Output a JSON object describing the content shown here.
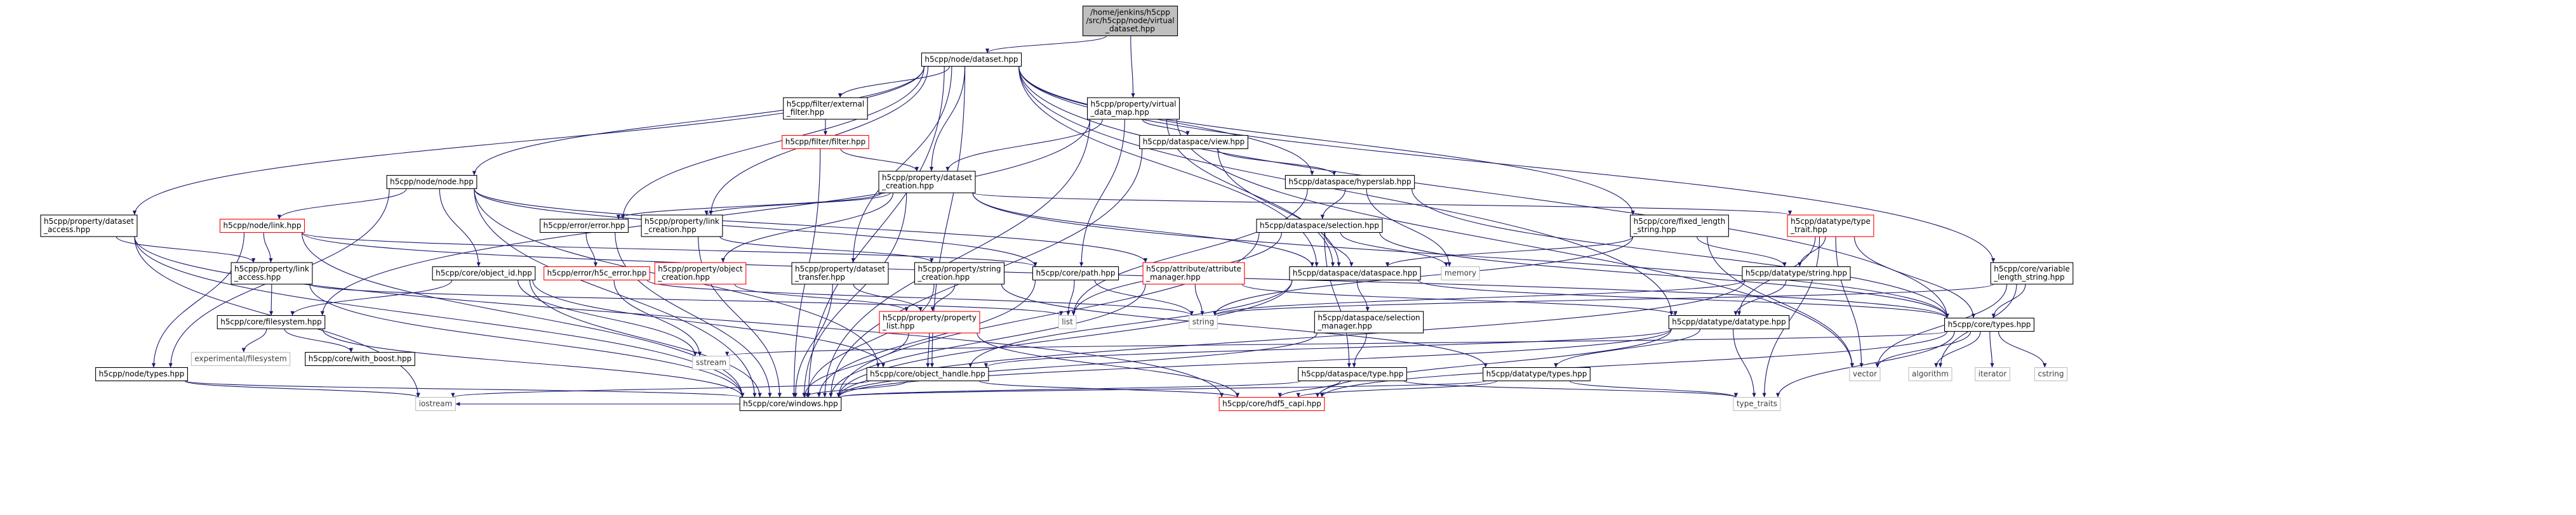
{
  "colors": {
    "edge": "#191970",
    "node_border_black": "#000000",
    "node_border_red": "#ff0000",
    "node_border_gray": "#bfbfbf",
    "node_fill": "#ffffff",
    "root_fill": "#bfbfbf",
    "text_normal": "#000000",
    "text_gray": "#404040"
  },
  "nodes": [
    {
      "id": "root",
      "lines": [
        "/home/jenkins/h5cpp",
        "/src/h5cpp/node/virtual",
        "_dataset.hpp"
      ],
      "kind": "root"
    },
    {
      "id": "node_dataset",
      "lines": [
        "h5cpp/node/dataset.hpp"
      ],
      "kind": "normal"
    },
    {
      "id": "prop_vdm",
      "lines": [
        "h5cpp/property/virtual",
        "_data_map.hpp"
      ],
      "kind": "normal"
    },
    {
      "id": "filter_external",
      "lines": [
        "h5cpp/filter/external",
        "_filter.hpp"
      ],
      "kind": "normal"
    },
    {
      "id": "filter_filter",
      "lines": [
        "h5cpp/filter/filter.hpp"
      ],
      "kind": "red"
    },
    {
      "id": "dspace_view",
      "lines": [
        "h5cpp/dataspace/view.hpp"
      ],
      "kind": "normal"
    },
    {
      "id": "prop_dcreation",
      "lines": [
        "h5cpp/property/dataset",
        "_creation.hpp"
      ],
      "kind": "normal"
    },
    {
      "id": "dspace_hyperslab",
      "lines": [
        "h5cpp/dataspace/hyperslab.hpp"
      ],
      "kind": "normal"
    },
    {
      "id": "node_node",
      "lines": [
        "h5cpp/node/node.hpp"
      ],
      "kind": "normal"
    },
    {
      "id": "prop_daccess",
      "lines": [
        "h5cpp/property/dataset",
        "_access.hpp"
      ],
      "kind": "normal"
    },
    {
      "id": "node_link",
      "lines": [
        "h5cpp/node/link.hpp"
      ],
      "kind": "red"
    },
    {
      "id": "error_error",
      "lines": [
        "h5cpp/error/error.hpp"
      ],
      "kind": "normal"
    },
    {
      "id": "prop_lcreation",
      "lines": [
        "h5cpp/property/link",
        "_creation.hpp"
      ],
      "kind": "normal"
    },
    {
      "id": "dspace_selection",
      "lines": [
        "h5cpp/dataspace/selection.hpp"
      ],
      "kind": "normal"
    },
    {
      "id": "core_fixed",
      "lines": [
        "h5cpp/core/fixed_length",
        "_string.hpp"
      ],
      "kind": "normal"
    },
    {
      "id": "dtype_trait",
      "lines": [
        "h5cpp/datatype/type",
        "_trait.hpp"
      ],
      "kind": "red"
    },
    {
      "id": "prop_laccess",
      "lines": [
        "h5cpp/property/link",
        "_access.hpp"
      ],
      "kind": "normal"
    },
    {
      "id": "error_h5c",
      "lines": [
        "h5cpp/error/h5c_error.hpp"
      ],
      "kind": "red"
    },
    {
      "id": "core_object_id",
      "lines": [
        "h5cpp/core/object_id.hpp"
      ],
      "kind": "normal"
    },
    {
      "id": "prop_ocreation",
      "lines": [
        "h5cpp/property/object",
        "_creation.hpp"
      ],
      "kind": "red"
    },
    {
      "id": "prop_dtransfer",
      "lines": [
        "h5cpp/property/dataset",
        "_transfer.hpp"
      ],
      "kind": "normal"
    },
    {
      "id": "prop_screation",
      "lines": [
        "h5cpp/property/string",
        "_creation.hpp"
      ],
      "kind": "normal"
    },
    {
      "id": "core_path",
      "lines": [
        "h5cpp/core/path.hpp"
      ],
      "kind": "normal"
    },
    {
      "id": "attr_manager",
      "lines": [
        "h5cpp/attribute/attribute",
        "_manager.hpp"
      ],
      "kind": "red"
    },
    {
      "id": "dspace_dataspace",
      "lines": [
        "h5cpp/dataspace/dataspace.hpp"
      ],
      "kind": "normal"
    },
    {
      "id": "memory",
      "lines": [
        "memory"
      ],
      "kind": "gray"
    },
    {
      "id": "dtype_string",
      "lines": [
        "h5cpp/datatype/string.hpp"
      ],
      "kind": "normal"
    },
    {
      "id": "core_variable",
      "lines": [
        "h5cpp/core/variable",
        "_length_string.hpp"
      ],
      "kind": "normal"
    },
    {
      "id": "core_filesystem",
      "lines": [
        "h5cpp/core/filesystem.hpp"
      ],
      "kind": "normal"
    },
    {
      "id": "prop_plist",
      "lines": [
        "h5cpp/property/property",
        "_list.hpp"
      ],
      "kind": "red"
    },
    {
      "id": "list",
      "lines": [
        "list"
      ],
      "kind": "gray"
    },
    {
      "id": "string",
      "lines": [
        "string"
      ],
      "kind": "gray"
    },
    {
      "id": "dspace_selmgr",
      "lines": [
        "h5cpp/dataspace/selection",
        "_manager.hpp"
      ],
      "kind": "normal"
    },
    {
      "id": "dtype_datatype",
      "lines": [
        "h5cpp/datatype/datatype.hpp"
      ],
      "kind": "normal"
    },
    {
      "id": "core_types",
      "lines": [
        "h5cpp/core/types.hpp"
      ],
      "kind": "normal"
    },
    {
      "id": "exp_fs",
      "lines": [
        "experimental/filesystem"
      ],
      "kind": "gray"
    },
    {
      "id": "core_with_boost",
      "lines": [
        "h5cpp/core/with_boost.hpp"
      ],
      "kind": "normal"
    },
    {
      "id": "node_types",
      "lines": [
        "h5cpp/node/types.hpp"
      ],
      "kind": "normal"
    },
    {
      "id": "sstream",
      "lines": [
        "sstream"
      ],
      "kind": "gray"
    },
    {
      "id": "core_object_handle",
      "lines": [
        "h5cpp/core/object_handle.hpp"
      ],
      "kind": "normal"
    },
    {
      "id": "dspace_type",
      "lines": [
        "h5cpp/dataspace/type.hpp"
      ],
      "kind": "normal"
    },
    {
      "id": "dtype_types",
      "lines": [
        "h5cpp/datatype/types.hpp"
      ],
      "kind": "normal"
    },
    {
      "id": "vector",
      "lines": [
        "vector"
      ],
      "kind": "gray"
    },
    {
      "id": "algorithm",
      "lines": [
        "algorithm"
      ],
      "kind": "gray"
    },
    {
      "id": "iterator",
      "lines": [
        "iterator"
      ],
      "kind": "gray"
    },
    {
      "id": "cstring",
      "lines": [
        "cstring"
      ],
      "kind": "gray"
    },
    {
      "id": "iostream",
      "lines": [
        "iostream"
      ],
      "kind": "gray"
    },
    {
      "id": "core_windows",
      "lines": [
        "h5cpp/core/windows.hpp"
      ],
      "kind": "normal"
    },
    {
      "id": "core_hdf5_capi",
      "lines": [
        "h5cpp/core/hdf5_capi.hpp"
      ],
      "kind": "red"
    },
    {
      "id": "type_traits",
      "lines": [
        "type_traits"
      ],
      "kind": "gray"
    }
  ],
  "edges": [
    [
      "root",
      "node_dataset"
    ],
    [
      "root",
      "prop_vdm"
    ],
    [
      "node_dataset",
      "filter_external"
    ],
    [
      "node_dataset",
      "prop_dcreation"
    ],
    [
      "node_dataset",
      "dspace_hyperslab"
    ],
    [
      "node_dataset",
      "node_node"
    ],
    [
      "node_dataset",
      "prop_daccess"
    ],
    [
      "node_dataset",
      "error_error"
    ],
    [
      "node_dataset",
      "prop_lcreation"
    ],
    [
      "node_dataset",
      "core_fixed"
    ],
    [
      "node_dataset",
      "prop_dtransfer"
    ],
    [
      "node_dataset",
      "dspace_dataspace"
    ],
    [
      "node_dataset",
      "core_variable"
    ],
    [
      "node_dataset",
      "dtype_datatype"
    ],
    [
      "node_dataset",
      "core_types"
    ],
    [
      "node_dataset",
      "core_windows"
    ],
    [
      "node_dataset",
      "core_object_handle"
    ],
    [
      "prop_vdm",
      "dspace_view"
    ],
    [
      "prop_vdm",
      "prop_dcreation"
    ],
    [
      "prop_vdm",
      "core_path"
    ],
    [
      "prop_vdm",
      "dspace_dataspace"
    ],
    [
      "prop_vdm",
      "core_filesystem"
    ],
    [
      "prop_vdm",
      "vector"
    ],
    [
      "prop_vdm",
      "core_windows"
    ],
    [
      "filter_external",
      "filter_filter"
    ],
    [
      "filter_filter",
      "prop_dcreation"
    ],
    [
      "filter_filter",
      "core_windows"
    ],
    [
      "dspace_view",
      "dspace_hyperslab"
    ],
    [
      "dspace_view",
      "dspace_dataspace"
    ],
    [
      "dspace_view",
      "core_windows"
    ],
    [
      "prop_dcreation",
      "error_error"
    ],
    [
      "prop_dcreation",
      "prop_ocreation"
    ],
    [
      "prop_dcreation",
      "dtype_trait"
    ],
    [
      "prop_dcreation",
      "core_types"
    ],
    [
      "prop_dcreation",
      "dspace_dataspace"
    ],
    [
      "prop_dcreation",
      "core_windows"
    ],
    [
      "prop_dcreation",
      "prop_lcreation"
    ],
    [
      "dspace_hyperslab",
      "dspace_selection"
    ],
    [
      "dspace_hyperslab",
      "memory"
    ],
    [
      "dspace_hyperslab",
      "core_types"
    ],
    [
      "dspace_hyperslab",
      "list"
    ],
    [
      "node_node",
      "node_link"
    ],
    [
      "node_node",
      "core_object_id"
    ],
    [
      "node_node",
      "attr_manager"
    ],
    [
      "node_node",
      "core_path"
    ],
    [
      "node_node",
      "node_types"
    ],
    [
      "node_node",
      "core_object_handle"
    ],
    [
      "node_node",
      "core_windows"
    ],
    [
      "prop_daccess",
      "prop_laccess"
    ],
    [
      "prop_daccess",
      "core_windows"
    ],
    [
      "prop_daccess",
      "iostream"
    ],
    [
      "prop_daccess",
      "core_hdf5_capi"
    ],
    [
      "node_link",
      "prop_laccess"
    ],
    [
      "node_link",
      "core_path"
    ],
    [
      "node_link",
      "node_types"
    ],
    [
      "node_link",
      "core_windows"
    ],
    [
      "node_link",
      "core_types"
    ],
    [
      "error_error",
      "error_h5c"
    ],
    [
      "error_error",
      "core_windows"
    ],
    [
      "prop_lcreation",
      "prop_screation"
    ],
    [
      "prop_lcreation",
      "core_windows"
    ],
    [
      "dspace_selection",
      "dspace_dataspace"
    ],
    [
      "dspace_selection",
      "memory"
    ],
    [
      "dspace_selection",
      "list"
    ],
    [
      "dspace_selection",
      "dspace_type"
    ],
    [
      "dspace_selection",
      "core_types"
    ],
    [
      "dspace_selection",
      "core_windows"
    ],
    [
      "core_fixed",
      "dtype_string"
    ],
    [
      "core_fixed",
      "dspace_dataspace"
    ],
    [
      "core_fixed",
      "vector"
    ],
    [
      "core_fixed",
      "string"
    ],
    [
      "dtype_trait",
      "dtype_string"
    ],
    [
      "dtype_trait",
      "dtype_datatype"
    ],
    [
      "dtype_trait",
      "core_types"
    ],
    [
      "dtype_trait",
      "vector"
    ],
    [
      "dtype_trait",
      "type_traits"
    ],
    [
      "prop_laccess",
      "core_filesystem"
    ],
    [
      "prop_laccess",
      "list"
    ],
    [
      "prop_laccess",
      "core_windows"
    ],
    [
      "error_h5c",
      "sstream"
    ],
    [
      "error_h5c",
      "string"
    ],
    [
      "core_object_id",
      "core_filesystem"
    ],
    [
      "core_object_id",
      "core_object_handle"
    ],
    [
      "core_object_id",
      "sstream"
    ],
    [
      "core_object_id",
      "core_windows"
    ],
    [
      "prop_ocreation",
      "prop_plist"
    ],
    [
      "prop_dtransfer",
      "prop_plist"
    ],
    [
      "prop_dtransfer",
      "core_windows"
    ],
    [
      "prop_screation",
      "prop_plist"
    ],
    [
      "prop_screation",
      "dtype_types"
    ],
    [
      "prop_screation",
      "core_windows"
    ],
    [
      "core_path",
      "list"
    ],
    [
      "core_path",
      "string"
    ],
    [
      "core_path",
      "core_windows"
    ],
    [
      "attr_manager",
      "string"
    ],
    [
      "attr_manager",
      "dtype_datatype"
    ],
    [
      "attr_manager",
      "core_windows"
    ],
    [
      "dspace_dataspace",
      "dspace_selmgr"
    ],
    [
      "dspace_dataspace",
      "core_types"
    ],
    [
      "dspace_dataspace",
      "core_object_handle"
    ],
    [
      "dspace_dataspace",
      "core_windows"
    ],
    [
      "dtype_string",
      "string"
    ],
    [
      "dtype_string",
      "dtype_datatype"
    ],
    [
      "dtype_string",
      "core_windows"
    ],
    [
      "core_variable",
      "string"
    ],
    [
      "core_variable",
      "vector"
    ],
    [
      "core_variable",
      "algorithm"
    ],
    [
      "core_variable",
      "core_types"
    ],
    [
      "core_filesystem",
      "exp_fs"
    ],
    [
      "core_filesystem",
      "core_with_boost"
    ],
    [
      "core_filesystem",
      "core_windows"
    ],
    [
      "prop_plist",
      "core_object_handle"
    ],
    [
      "prop_plist",
      "core_windows"
    ],
    [
      "prop_plist",
      "core_hdf5_capi"
    ],
    [
      "dspace_selmgr",
      "dspace_type"
    ],
    [
      "dspace_selmgr",
      "core_windows"
    ],
    [
      "dtype_datatype",
      "dtype_types"
    ],
    [
      "dtype_datatype",
      "core_object_handle"
    ],
    [
      "dtype_datatype",
      "core_windows"
    ],
    [
      "dtype_datatype",
      "type_traits"
    ],
    [
      "dtype_datatype",
      "core_hdf5_capi"
    ],
    [
      "core_types",
      "vector"
    ],
    [
      "core_types",
      "algorithm"
    ],
    [
      "core_types",
      "iterator"
    ],
    [
      "core_types",
      "cstring"
    ],
    [
      "core_types",
      "type_traits"
    ],
    [
      "core_types",
      "core_hdf5_capi"
    ],
    [
      "core_types",
      "sstream"
    ],
    [
      "node_types",
      "core_windows"
    ],
    [
      "node_types",
      "iostream"
    ],
    [
      "core_object_handle",
      "core_windows"
    ],
    [
      "core_object_handle",
      "iostream"
    ],
    [
      "core_object_handle",
      "core_hdf5_capi"
    ],
    [
      "dspace_type",
      "core_windows"
    ],
    [
      "dspace_type",
      "core_hdf5_capi"
    ],
    [
      "dspace_type",
      "type_traits"
    ],
    [
      "dtype_types",
      "core_windows"
    ],
    [
      "dtype_types",
      "core_hdf5_capi"
    ],
    [
      "dtype_types",
      "type_traits"
    ],
    [
      "core_windows",
      "iostream"
    ]
  ]
}
